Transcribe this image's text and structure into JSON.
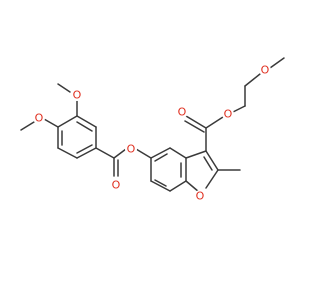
{
  "molecule": {
    "atoms": [
      {
        "id": "O_ester_link",
        "symbol": "O"
      },
      {
        "id": "O_carbonyl_benzoate",
        "symbol": "O"
      },
      {
        "id": "O_methoxy_3",
        "symbol": "O"
      },
      {
        "id": "O_methoxy_4",
        "symbol": "O"
      },
      {
        "id": "O_carbonyl_carboxylate",
        "symbol": "O"
      },
      {
        "id": "O_ester_chain",
        "symbol": "O"
      },
      {
        "id": "O_ether_chain",
        "symbol": "O"
      },
      {
        "id": "O_furan",
        "symbol": "O"
      }
    ]
  },
  "colors": {
    "bond": "#3a3a3a",
    "oxygen": "#e03020",
    "background": "#ffffff"
  }
}
